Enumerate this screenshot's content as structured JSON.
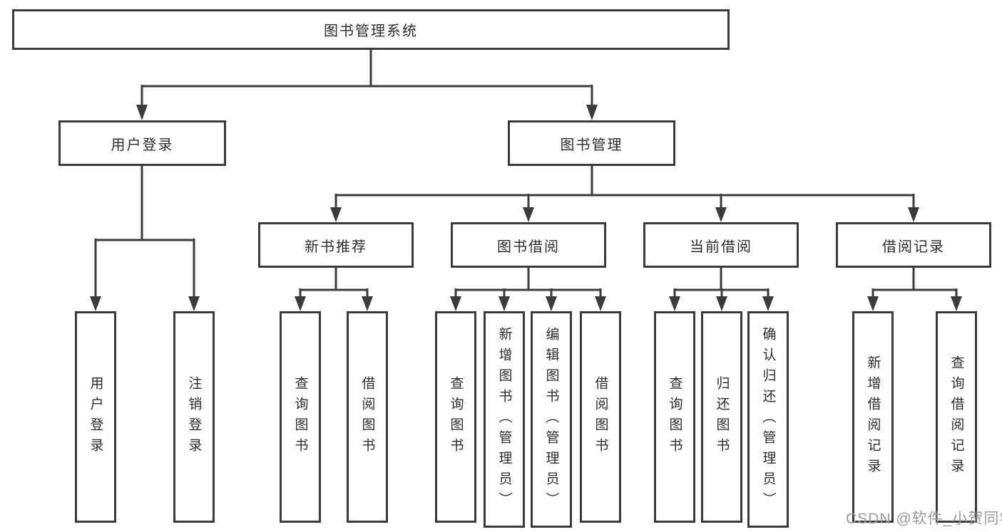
{
  "diagram": {
    "root": {
      "label": "图书管理系统"
    },
    "level2": [
      {
        "label": "用户登录"
      },
      {
        "label": "图书管理"
      }
    ],
    "level3": [
      {
        "label": "新书推荐"
      },
      {
        "label": "图书借阅"
      },
      {
        "label": "当前借阅"
      },
      {
        "label": "借阅记录"
      }
    ],
    "leaves": {
      "user_login": [
        "用户登录",
        "注销登录"
      ],
      "new_books": [
        "查询图书",
        "借阅图书"
      ],
      "borrow": [
        "查询图书",
        "新增图书（管理员）",
        "编辑图书（管理员）",
        "借阅图书"
      ],
      "current": [
        "查询图书",
        "归还图书",
        "确认归还（管理员）"
      ],
      "records": [
        "新增借阅记录",
        "查询借阅记录"
      ]
    }
  },
  "watermark": "CSDN @软件_小贺同学",
  "colors": {
    "line": "#3b3b3b",
    "text": "#2d2d2d",
    "watermark": "#9c9c9c",
    "background": "#ffffff"
  }
}
